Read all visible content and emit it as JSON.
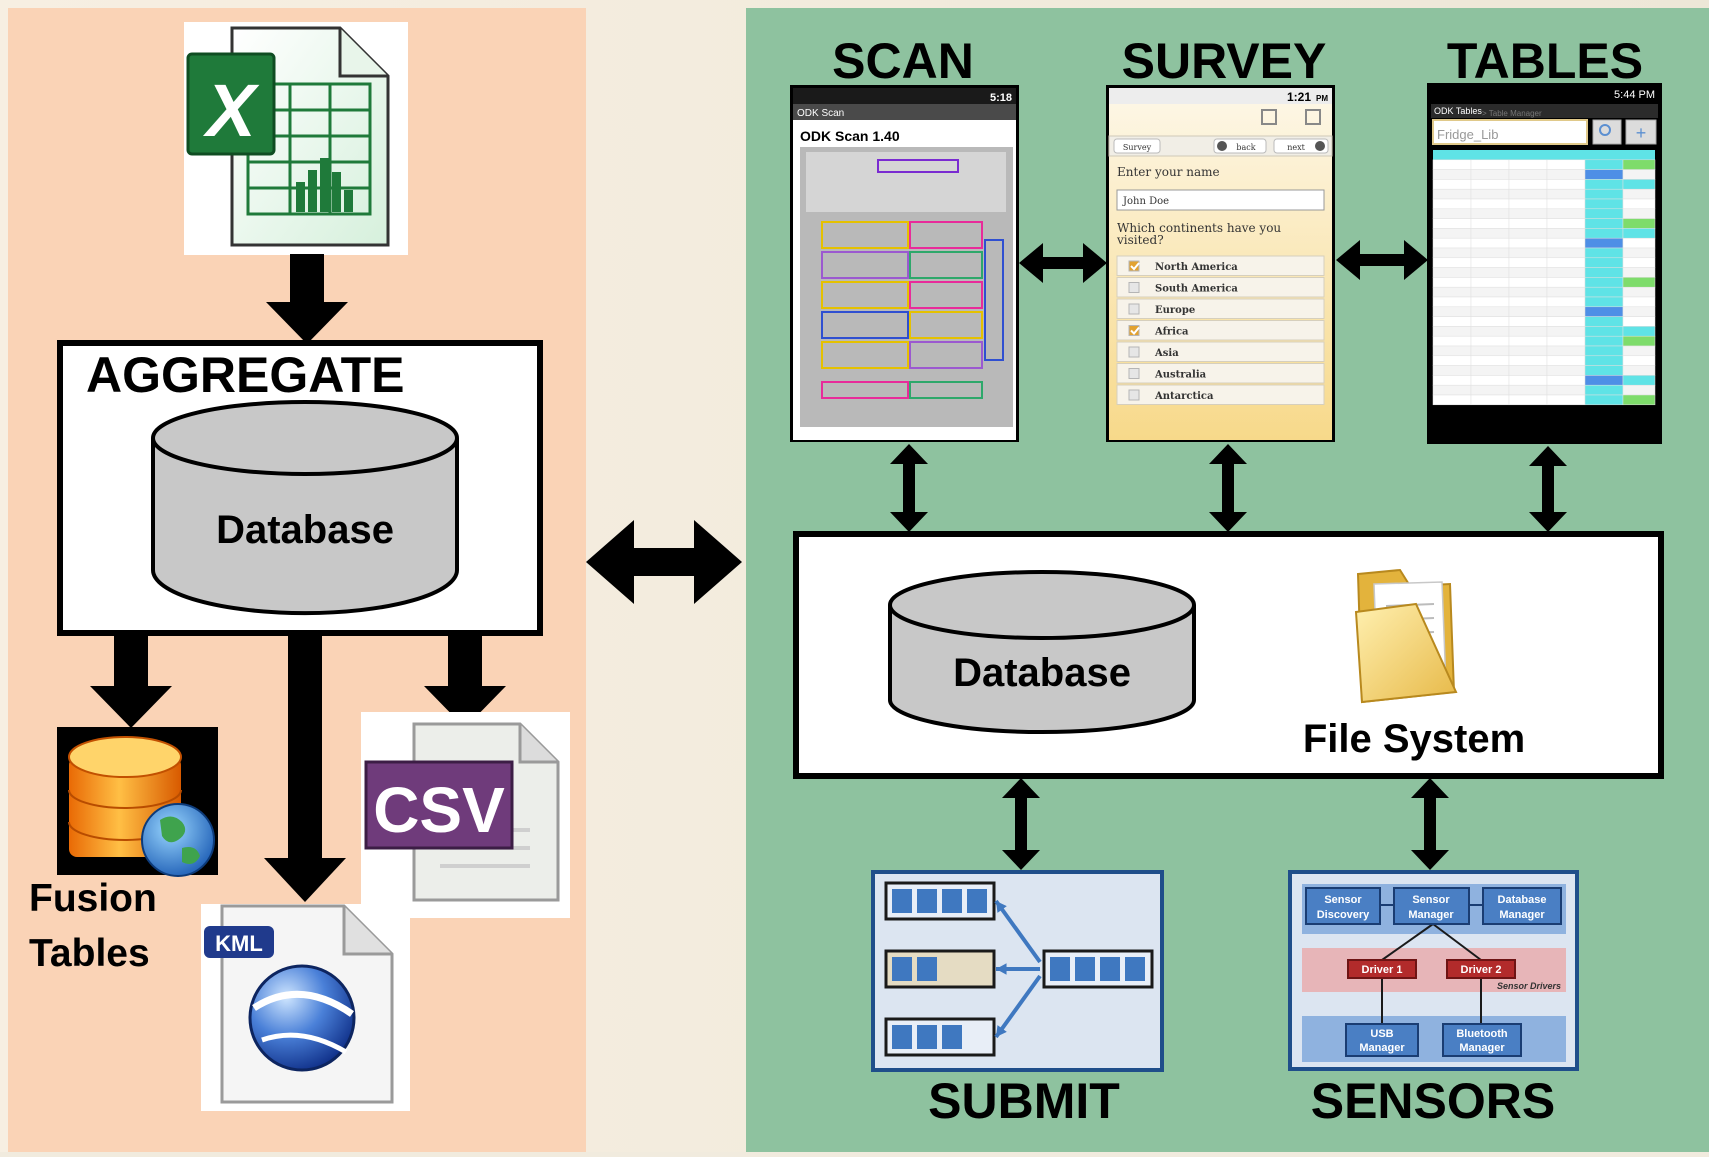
{
  "aggregate": {
    "title": "AGGREGATE",
    "db_label": "Database",
    "outputs": {
      "fusion_line1": "Fusion",
      "fusion_line2": "Tables",
      "kml_badge": "KML",
      "csv_badge": "CSV"
    },
    "icons": {
      "excel": "excel-spreadsheet-icon",
      "fusion": "database-globe-icon",
      "kml": "google-earth-document-icon",
      "csv": "csv-document-icon"
    }
  },
  "device": {
    "scan": {
      "heading": "SCAN",
      "status_time": "5:18",
      "app_title": "ODK Scan",
      "screen_title": "ODK Scan 1.40"
    },
    "survey": {
      "heading": "SURVEY",
      "status_time": "1:21",
      "status_suffix": "PM",
      "crumb": "Survey",
      "back": "back",
      "next": "next",
      "question1": "Enter your name",
      "answer1": "John Doe",
      "question2_line1": "Which continents have you",
      "question2_line2": "visited?",
      "options": [
        {
          "label": "North America",
          "checked": true
        },
        {
          "label": "South America",
          "checked": false
        },
        {
          "label": "Europe",
          "checked": false
        },
        {
          "label": "Africa",
          "checked": true
        },
        {
          "label": "Asia",
          "checked": false
        },
        {
          "label": "Australia",
          "checked": false
        },
        {
          "label": "Antarctica",
          "checked": false
        }
      ]
    },
    "tables": {
      "heading": "TABLES",
      "status_time": "5:44 PM",
      "app_title": "ODK Tables",
      "crumb": "> Table Manager",
      "search_value": "Fridge_Lib"
    },
    "store": {
      "db_label": "Database",
      "fs_label": "File System"
    },
    "submit": {
      "heading": "SUBMIT"
    },
    "sensors": {
      "heading": "SENSORS",
      "boxes": {
        "discovery_1": "Sensor",
        "discovery_2": "Discovery",
        "manager_1": "Sensor",
        "manager_2": "Manager",
        "dbmgr_1": "Database",
        "dbmgr_2": "Manager",
        "driver1": "Driver 1",
        "driver2": "Driver 2",
        "drivers_caption": "Sensor Drivers",
        "usb_1": "USB",
        "usb_2": "Manager",
        "bt_1": "Bluetooth",
        "bt_2": "Manager"
      }
    }
  },
  "colors": {
    "left_panel": "#fad3b6",
    "right_panel": "#8ec29f",
    "excel_green": "#1f7a3a",
    "db_gray": "#c8c8c8",
    "csv_purple": "#6f3b7b",
    "kml_navy": "#203a8c"
  }
}
